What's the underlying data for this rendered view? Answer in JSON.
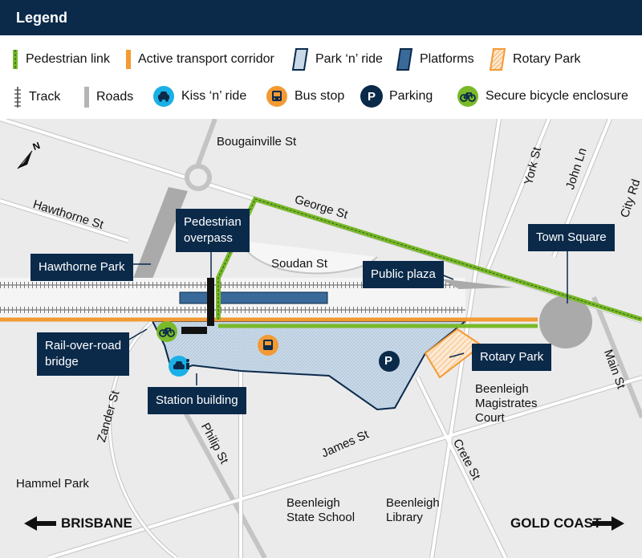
{
  "legend": {
    "title": "Legend",
    "items": {
      "pedestrian_link": "Pedestrian link",
      "active_transport": "Active transport corridor",
      "park_n_ride": "Park ‘n’ ride",
      "platforms": "Platforms",
      "rotary_park": "Rotary Park",
      "track": "Track",
      "roads": "Roads",
      "kiss_n_ride": "Kiss ‘n’ ride",
      "bus_stop": "Bus stop",
      "parking": "Parking",
      "bicycle": "Secure bicycle enclosure"
    },
    "parking_glyph": "P"
  },
  "streets": {
    "bougainville": "Bougainville St",
    "george": "George St",
    "hawthorne": "Hawthorne St",
    "soudan": "Soudan St",
    "york": "York St",
    "john": "John Ln",
    "city": "City Rd",
    "main": "Main St",
    "zander": "Zander St",
    "philip": "Philip St",
    "james": "James St",
    "crete": "Crete St"
  },
  "places": {
    "hammel": "Hammel Park",
    "magistrates": [
      "Beenleigh",
      "Magistrates",
      "Court"
    ],
    "state_school": [
      "Beenleigh",
      "State School"
    ],
    "library": [
      "Beenleigh",
      "Library"
    ]
  },
  "callouts": {
    "pedestrian_overpass": [
      "Pedestrian",
      "overpass"
    ],
    "hawthorne_park": "Hawthorne Park",
    "rail_bridge": [
      "Rail-over-road",
      "bridge"
    ],
    "station_building": "Station building",
    "public_plaza": "Public plaza",
    "town_square": "Town Square",
    "rotary_park": "Rotary Park"
  },
  "directions": {
    "west": "BRISBANE",
    "east": "GOLD COAST"
  },
  "north": "N",
  "colors": {
    "navy": "#0b2a4a",
    "green": "#7ab929",
    "orange": "#f39a34",
    "cyan": "#1ab0e6",
    "parkride": "#c9d9e8"
  }
}
